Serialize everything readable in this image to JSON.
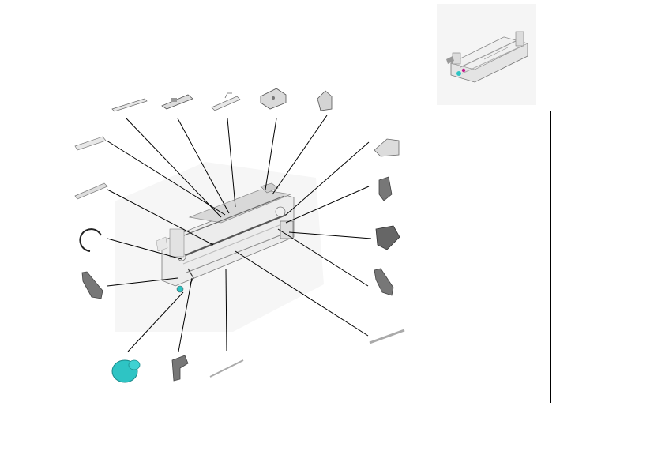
{
  "diagram": {
    "type": "exploded-parts-illustration",
    "colors": {
      "line": "#000000",
      "part_outline": "#6b6b6b",
      "part_fill": "#e6e6e6",
      "highlight": "#2ec4c4",
      "accent_magenta": "#c2188c",
      "thumbnail_bg": "#f5f5f5",
      "assembly_ghost": "#d6d6d6"
    },
    "callouts": [
      {
        "id": "strip-top"
      },
      {
        "id": "roller-shaft-top"
      },
      {
        "id": "spring-bracket"
      },
      {
        "id": "flat-plate"
      },
      {
        "id": "mount-plate"
      },
      {
        "id": "guide-strip-left"
      },
      {
        "id": "guide-strip-lower-left"
      },
      {
        "id": "retaining-ring"
      },
      {
        "id": "lever-arm-left"
      },
      {
        "id": "gear-knob"
      },
      {
        "id": "latch-hook"
      },
      {
        "id": "pin-rod"
      },
      {
        "id": "post-bracket-right"
      },
      {
        "id": "hook-bracket-right"
      },
      {
        "id": "block-bracket-right"
      },
      {
        "id": "lever-arm-right"
      },
      {
        "id": "long-rod-right"
      }
    ]
  }
}
